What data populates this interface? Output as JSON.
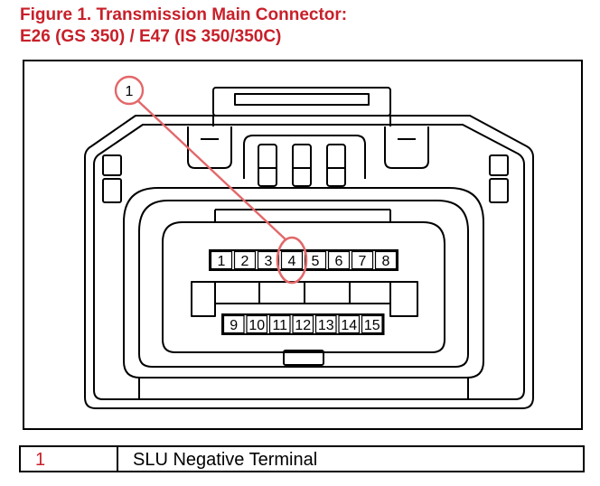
{
  "figure": {
    "title_line1": "Figure 1. Transmission Main Connector:",
    "title_line2": "E26 (GS 350) / E47 (IS 350/350C)"
  },
  "connector": {
    "top_row_pins": [
      "1",
      "2",
      "3",
      "4",
      "5",
      "6",
      "7",
      "8"
    ],
    "bottom_row_pins": [
      "9",
      "10",
      "11",
      "12",
      "13",
      "14",
      "15"
    ],
    "callout_label": "1",
    "callout_color": "#e2686a"
  },
  "legend": {
    "rows": [
      {
        "number": "1",
        "description": "SLU Negative Terminal"
      }
    ]
  },
  "colors": {
    "title": "#c8202a",
    "legend_number": "#c8202a",
    "line": "#000000"
  }
}
